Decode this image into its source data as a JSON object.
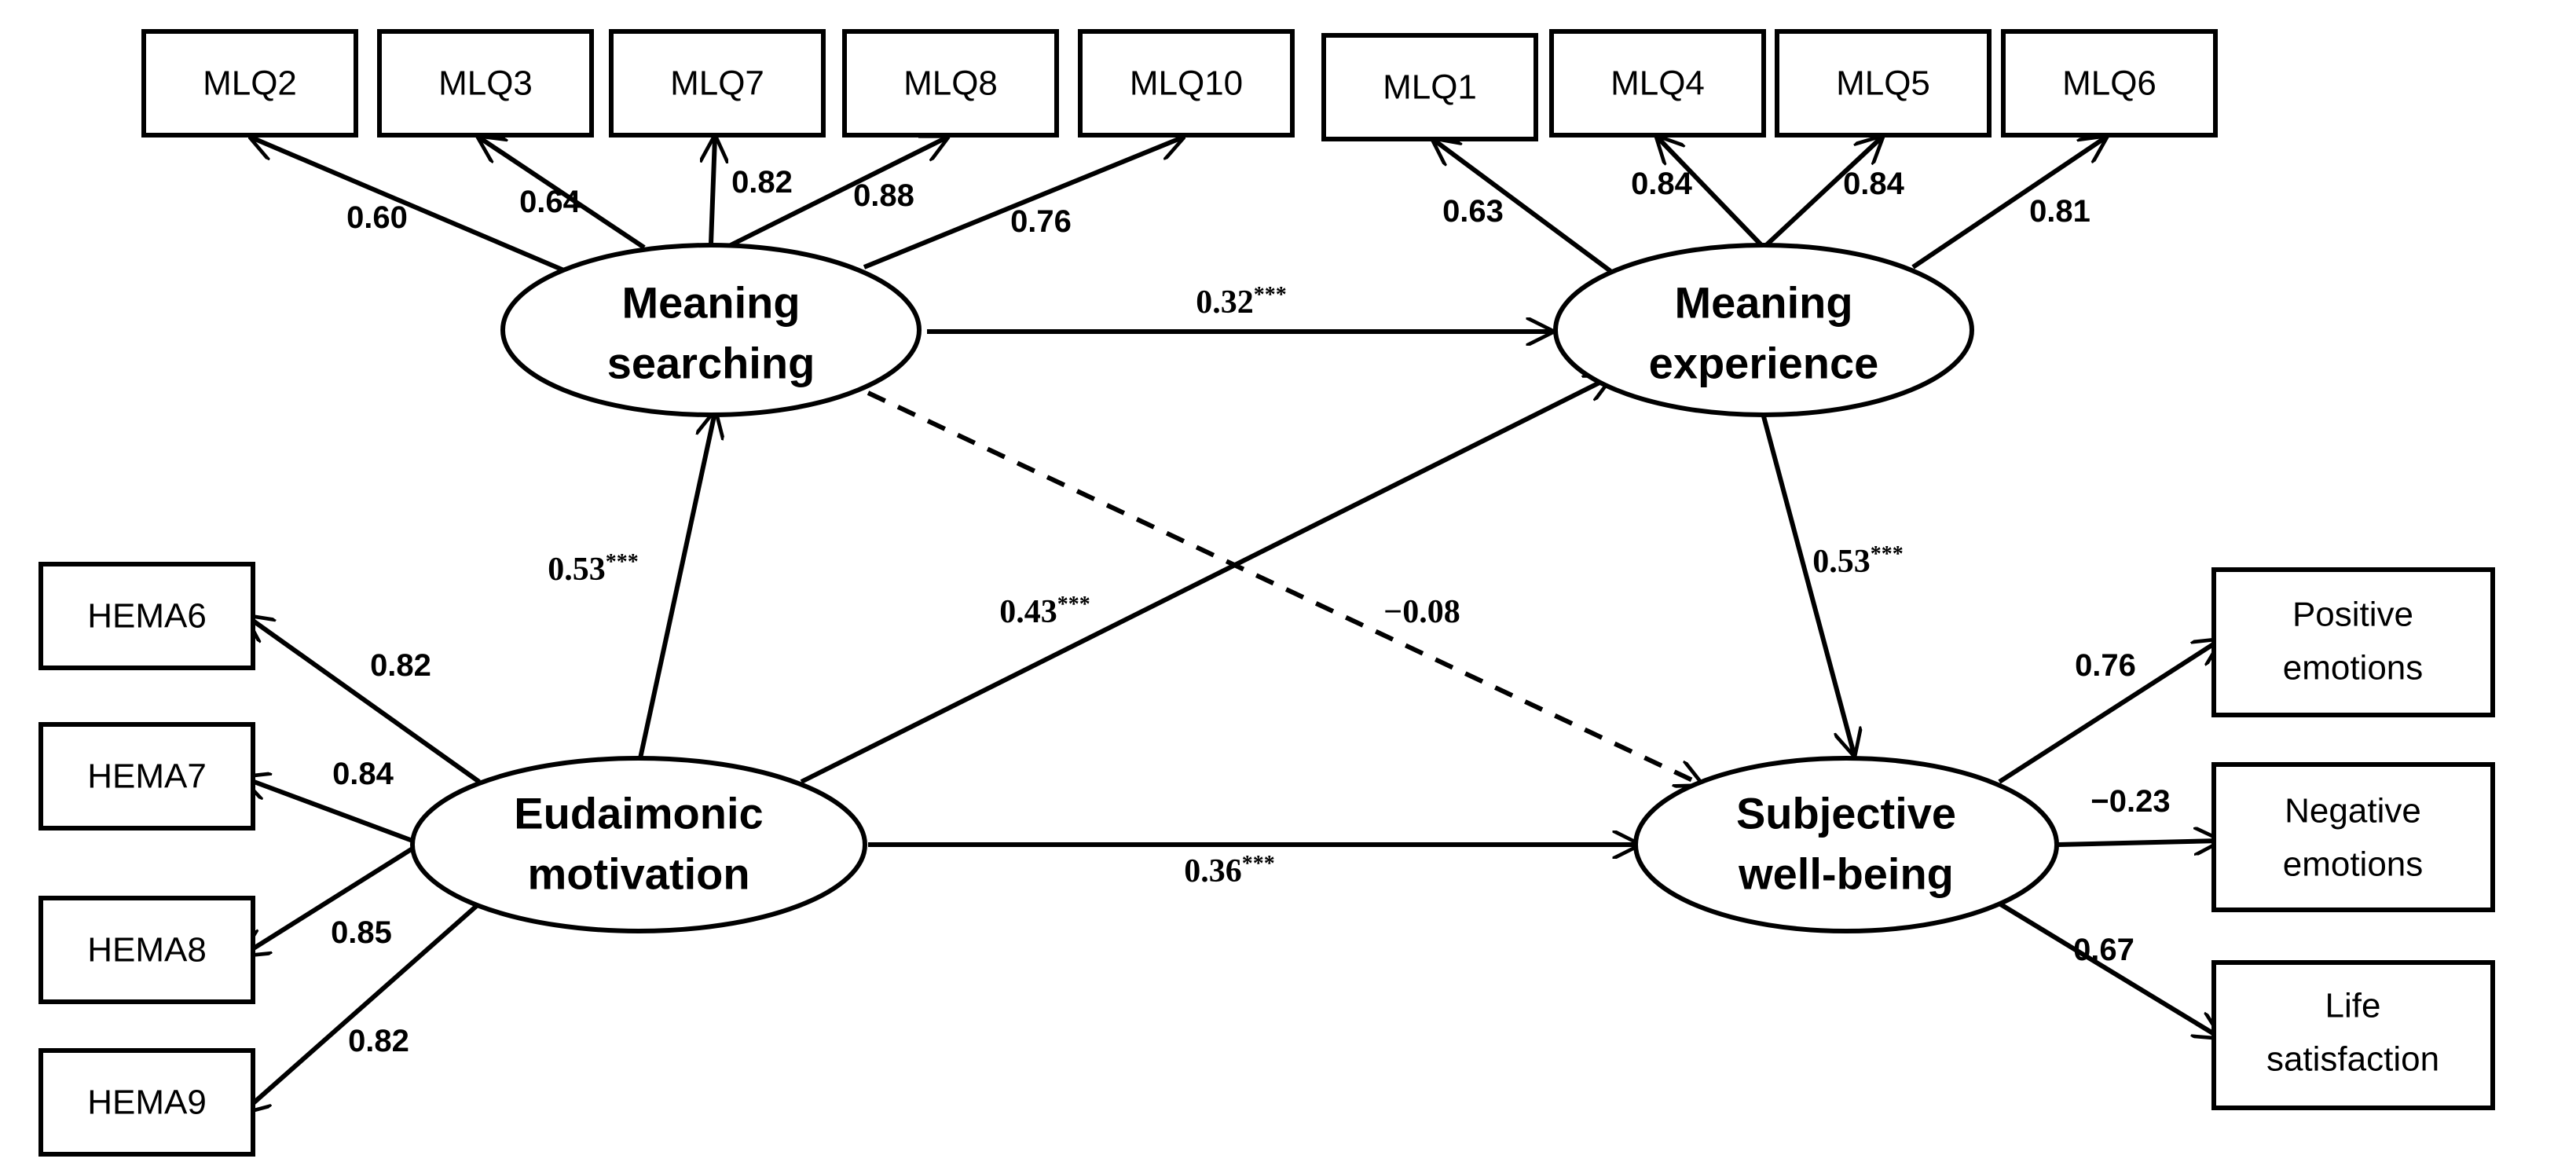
{
  "indicators": {
    "mlq2": "MLQ2",
    "mlq3": "MLQ3",
    "mlq7": "MLQ7",
    "mlq8": "MLQ8",
    "mlq10": "MLQ10",
    "mlq1": "MLQ1",
    "mlq4": "MLQ4",
    "mlq5": "MLQ5",
    "mlq6": "MLQ6",
    "hema6": "HEMA6",
    "hema7": "HEMA7",
    "hema8": "HEMA8",
    "hema9": "HEMA9",
    "positive": [
      "Positive",
      "emotions"
    ],
    "negative": [
      "Negative",
      "emotions"
    ],
    "life": [
      "Life",
      "satisfaction"
    ]
  },
  "latents": {
    "meaning_searching": [
      "Meaning",
      "searching"
    ],
    "meaning_experience": [
      "Meaning",
      "experience"
    ],
    "eudaimonic": [
      "Eudaimonic",
      "motivation"
    ],
    "swb": [
      "Subjective",
      "well-being"
    ]
  },
  "loadings": {
    "mlq2": "0.60",
    "mlq3": "0.64",
    "mlq7": "0.82",
    "mlq8": "0.88",
    "mlq10": "0.76",
    "mlq1": "0.63",
    "mlq4": "0.84",
    "mlq5": "0.84",
    "mlq6": "0.81",
    "hema6": "0.82",
    "hema7": "0.84",
    "hema8": "0.85",
    "hema9": "0.82",
    "positive": "0.76",
    "negative": "−0.23",
    "life": "0.67"
  },
  "paths": {
    "search_to_experience": {
      "value": "0.32",
      "sig": "***"
    },
    "eud_to_search": {
      "value": "0.53",
      "sig": "***"
    },
    "eud_to_experience": {
      "value": "0.43",
      "sig": "***"
    },
    "search_to_swb": {
      "value": "−0.08",
      "sig": ""
    },
    "experience_to_swb": {
      "value": "0.53",
      "sig": "***"
    },
    "eud_to_swb": {
      "value": "0.36",
      "sig": "***"
    }
  }
}
